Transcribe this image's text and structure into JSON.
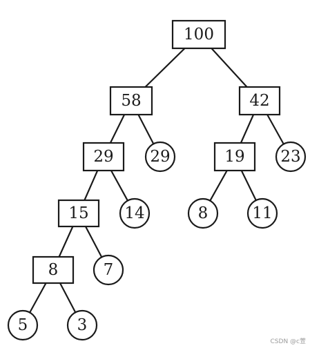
{
  "tree": {
    "nodes": [
      {
        "id": "n100",
        "value": "100",
        "kind": "internal"
      },
      {
        "id": "n58",
        "value": "58",
        "kind": "internal"
      },
      {
        "id": "n42",
        "value": "42",
        "kind": "internal"
      },
      {
        "id": "n29a",
        "value": "29",
        "kind": "internal"
      },
      {
        "id": "n29b",
        "value": "29",
        "kind": "leaf"
      },
      {
        "id": "n19",
        "value": "19",
        "kind": "internal"
      },
      {
        "id": "n23",
        "value": "23",
        "kind": "leaf"
      },
      {
        "id": "n15",
        "value": "15",
        "kind": "internal"
      },
      {
        "id": "n14",
        "value": "14",
        "kind": "leaf"
      },
      {
        "id": "n8a",
        "value": "8",
        "kind": "leaf"
      },
      {
        "id": "n11",
        "value": "11",
        "kind": "leaf"
      },
      {
        "id": "n8b",
        "value": "8",
        "kind": "internal"
      },
      {
        "id": "n7",
        "value": "7",
        "kind": "leaf"
      },
      {
        "id": "n5",
        "value": "5",
        "kind": "leaf"
      },
      {
        "id": "n3",
        "value": "3",
        "kind": "leaf"
      }
    ],
    "edges": [
      {
        "from": "n100",
        "to": "n58"
      },
      {
        "from": "n100",
        "to": "n42"
      },
      {
        "from": "n58",
        "to": "n29a"
      },
      {
        "from": "n58",
        "to": "n29b"
      },
      {
        "from": "n42",
        "to": "n19"
      },
      {
        "from": "n42",
        "to": "n23"
      },
      {
        "from": "n29a",
        "to": "n15"
      },
      {
        "from": "n29a",
        "to": "n14"
      },
      {
        "from": "n19",
        "to": "n8a"
      },
      {
        "from": "n19",
        "to": "n11"
      },
      {
        "from": "n15",
        "to": "n8b"
      },
      {
        "from": "n15",
        "to": "n7"
      },
      {
        "from": "n8b",
        "to": "n5"
      },
      {
        "from": "n8b",
        "to": "n3"
      }
    ]
  },
  "watermark": "CSDN @c萱",
  "colors": {
    "stroke": "#1a1a1a",
    "fill": "#ffffff",
    "background": "#ffffff"
  }
}
